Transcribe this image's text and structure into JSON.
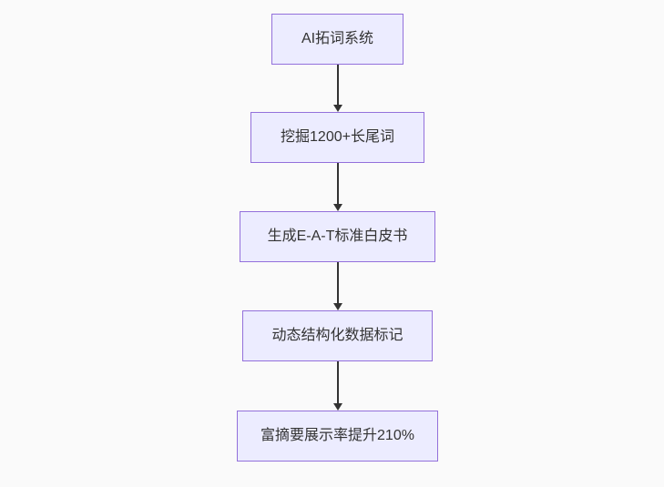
{
  "flowchart": {
    "title": "SEO AI flowchart",
    "direction": "top-down",
    "nodes": [
      {
        "label": "AI拓词系统"
      },
      {
        "label": "挖掘1200+长尾词"
      },
      {
        "label": "生成E-A-T标准白皮书"
      },
      {
        "label": "动态结构化数据标记"
      },
      {
        "label": "富摘要展示率提升210%"
      }
    ],
    "edges": [
      {
        "from": 0,
        "to": 1
      },
      {
        "from": 1,
        "to": 2
      },
      {
        "from": 2,
        "to": 3
      },
      {
        "from": 3,
        "to": 4
      }
    ],
    "colors": {
      "background": "#fafafa",
      "node_fill": "#ECECFF",
      "node_border": "#9370DB",
      "node_text": "#333333",
      "edge_color": "#333333"
    }
  }
}
